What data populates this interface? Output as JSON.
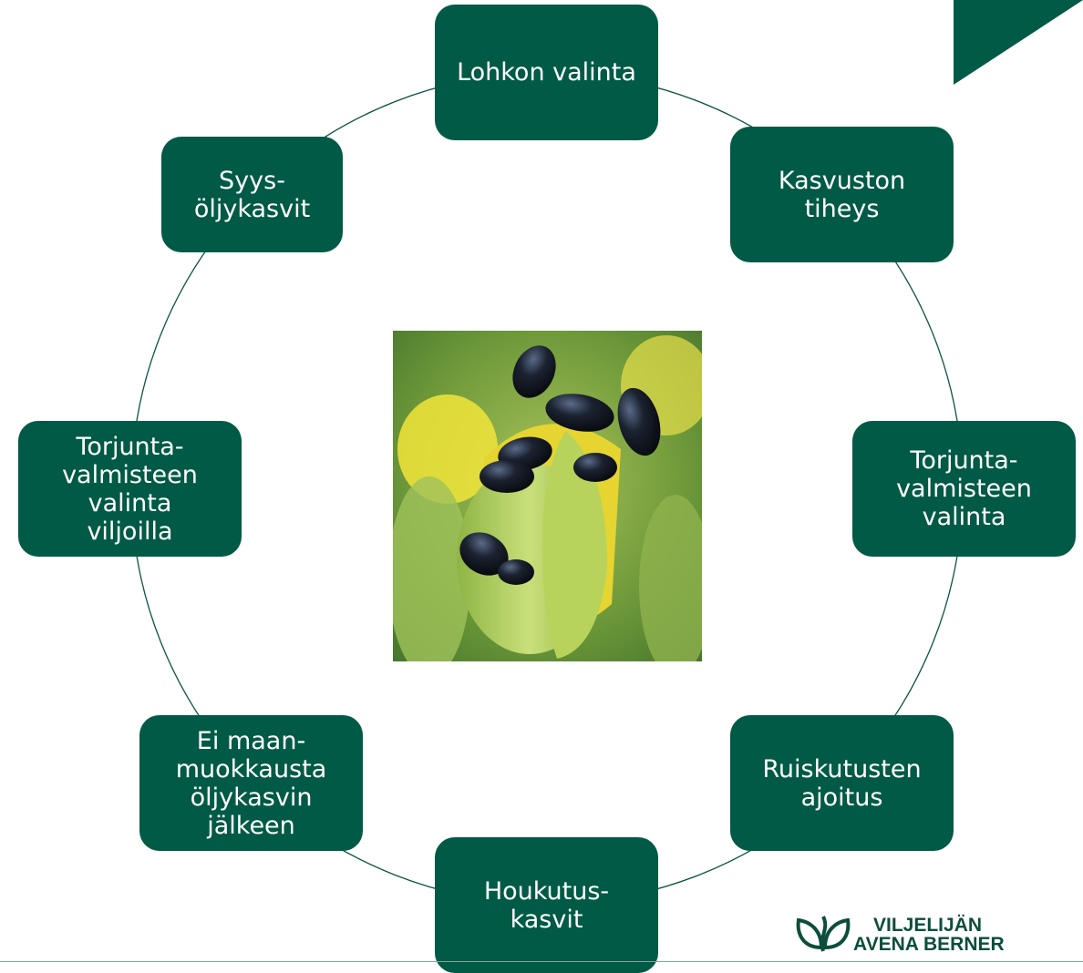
{
  "diagram": {
    "nodes": [
      {
        "id": "lohkon",
        "label": "Lohkon valinta"
      },
      {
        "id": "kasvuston",
        "label": "Kasvuston\ntiheys"
      },
      {
        "id": "torj1",
        "label": "Torjunta-\nvalmisteen\nvalinta"
      },
      {
        "id": "ruisk",
        "label": "Ruiskutusten\najoitus"
      },
      {
        "id": "houk",
        "label": "Houkutus-\nkasvit"
      },
      {
        "id": "ei",
        "label": "Ei maan-\nmuokkausta\nöljykasvin\njälkeen"
      },
      {
        "id": "torj2",
        "label": "Torjunta-\nvalmisteen\nvalinta\nviljoilla"
      },
      {
        "id": "syys",
        "label": "Syys-\nöljykasvit"
      }
    ],
    "node_color": "#005a45",
    "ring_color": "#0b5443"
  },
  "logo": {
    "line1": "VILJELIJÄN",
    "line2": "AVENA BERNER",
    "color": "#0c4d3c"
  },
  "photo": {
    "subject": "flea-beetles-on-rapeseed-bud"
  }
}
